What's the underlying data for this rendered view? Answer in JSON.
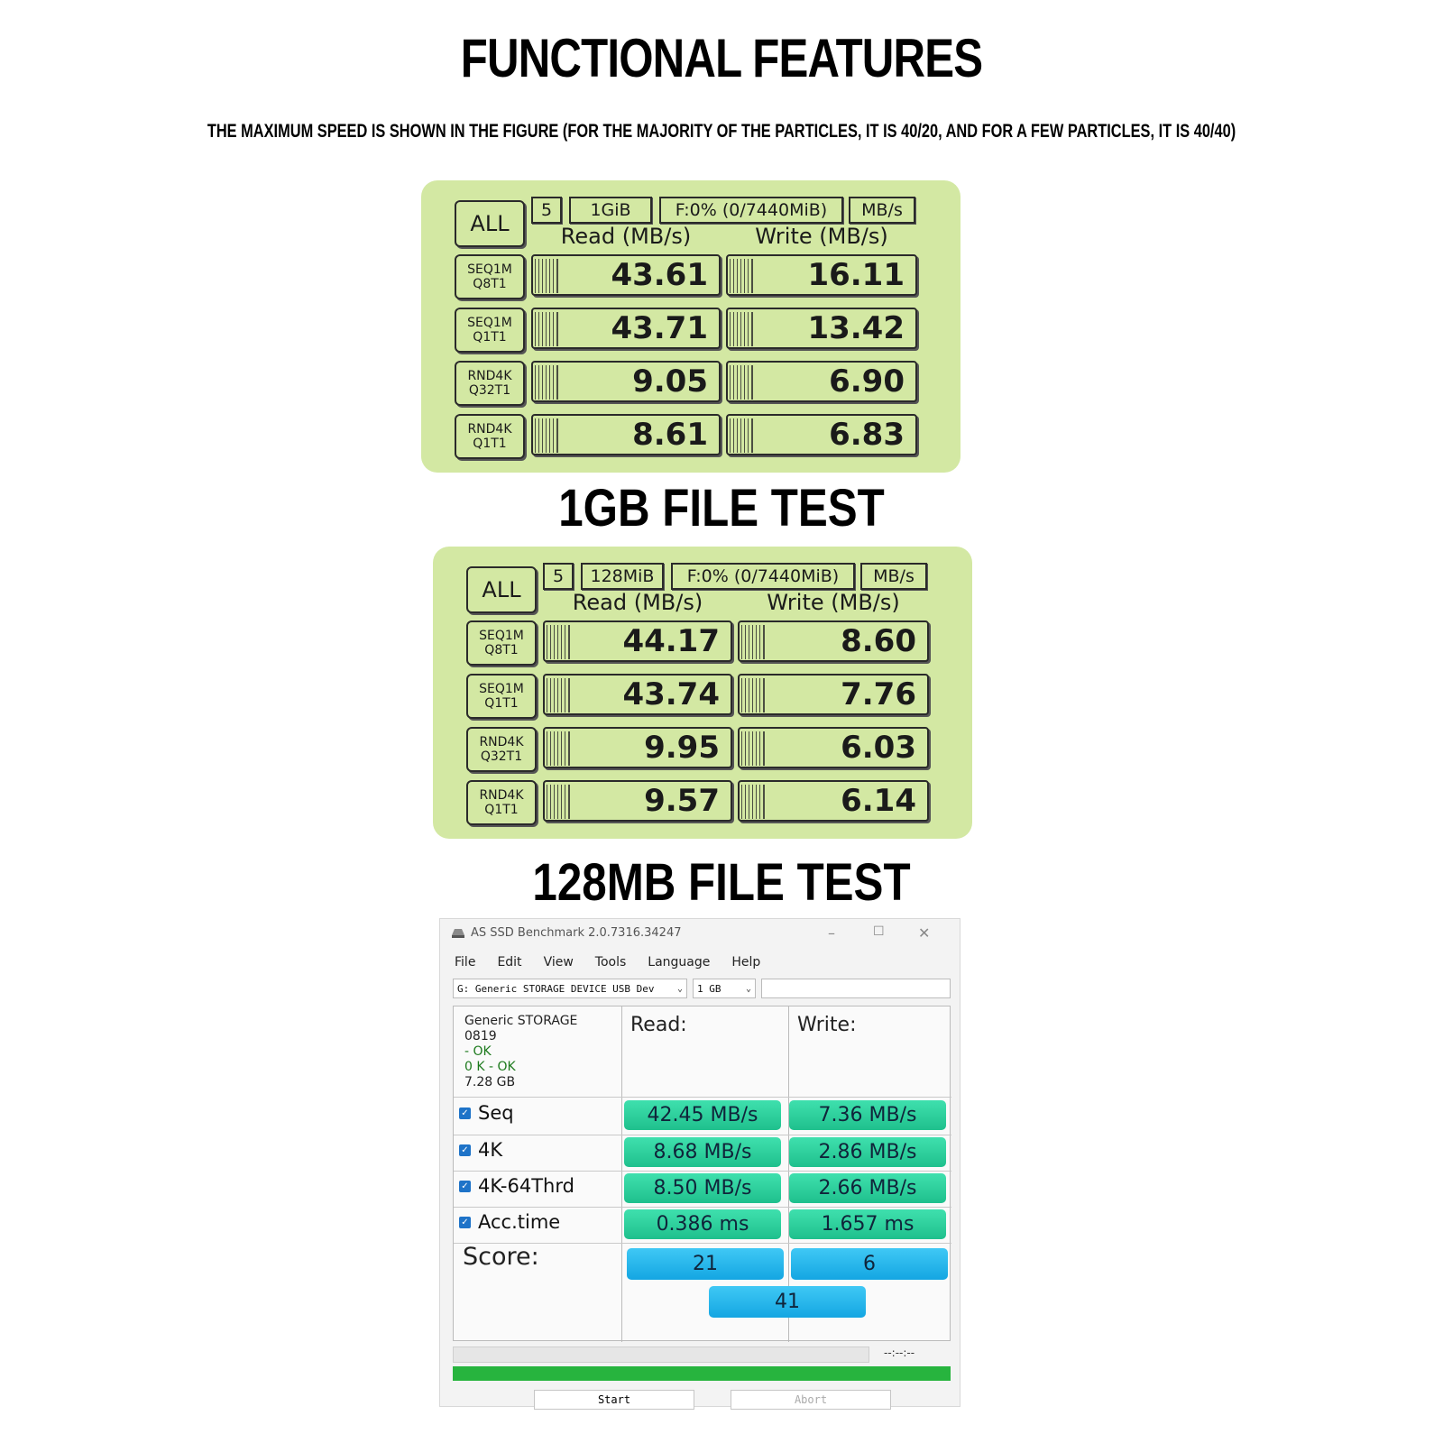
{
  "header": {
    "title": "FUNCTIONAL FEATURES",
    "subtitle": "THE MAXIMUM SPEED IS SHOWN IN THE FIGURE (FOR THE MAJORITY OF THE PARTICLES, IT IS 40/20, AND FOR A FEW PARTICLES, IT IS 40/40)"
  },
  "cdm1": {
    "all_label": "ALL",
    "count": "5",
    "size": "1GiB",
    "drive": "F:0% (0/7440MiB)",
    "unit": "MB/s",
    "read_header": "Read (MB/s)",
    "write_header": "Write (MB/s)",
    "rows": [
      {
        "label1": "SEQ1M",
        "label2": "Q8T1",
        "read": "43.61",
        "write": "16.11"
      },
      {
        "label1": "SEQ1M",
        "label2": "Q1T1",
        "read": "43.71",
        "write": "13.42"
      },
      {
        "label1": "RND4K",
        "label2": "Q32T1",
        "read": "9.05",
        "write": "6.90"
      },
      {
        "label1": "RND4K",
        "label2": "Q1T1",
        "read": "8.61",
        "write": "6.83"
      }
    ],
    "caption": "1GB FILE TEST"
  },
  "cdm2": {
    "all_label": "ALL",
    "count": "5",
    "size": "128MiB",
    "drive": "F:0% (0/7440MiB)",
    "unit": "MB/s",
    "read_header": "Read (MB/s)",
    "write_header": "Write (MB/s)",
    "rows": [
      {
        "label1": "SEQ1M",
        "label2": "Q8T1",
        "read": "44.17",
        "write": "8.60"
      },
      {
        "label1": "SEQ1M",
        "label2": "Q1T1",
        "read": "43.74",
        "write": "7.76"
      },
      {
        "label1": "RND4K",
        "label2": "Q32T1",
        "read": "9.95",
        "write": "6.03"
      },
      {
        "label1": "RND4K",
        "label2": "Q1T1",
        "read": "9.57",
        "write": "6.14"
      }
    ],
    "caption": "128MB FILE TEST"
  },
  "asssd": {
    "window_title": "AS SSD Benchmark 2.0.7316.34247",
    "menu": [
      "File",
      "Edit",
      "View",
      "Tools",
      "Language",
      "Help"
    ],
    "drive_select": "G: Generic STORAGE DEVICE USB Dev",
    "size_select": "1 GB",
    "info": {
      "name": "Generic STORAGE",
      "fw": "0819",
      "status1": " - OK",
      "status2": "0 K - OK",
      "capacity": "7.28 GB"
    },
    "read_header": "Read:",
    "write_header": "Write:",
    "rows": [
      {
        "label": "Seq",
        "read": "42.45 MB/s",
        "write": "7.36 MB/s"
      },
      {
        "label": "4K",
        "read": "8.68 MB/s",
        "write": "2.86 MB/s"
      },
      {
        "label": "4K-64Thrd",
        "read": "8.50 MB/s",
        "write": "2.66 MB/s"
      },
      {
        "label": "Acc.time",
        "read": "0.386 ms",
        "write": "1.657 ms"
      }
    ],
    "score_label": "Score:",
    "score_read": "21",
    "score_write": "6",
    "score_total": "41",
    "elapsed": "--:--:--",
    "start_label": "Start",
    "abort_label": "Abort"
  }
}
